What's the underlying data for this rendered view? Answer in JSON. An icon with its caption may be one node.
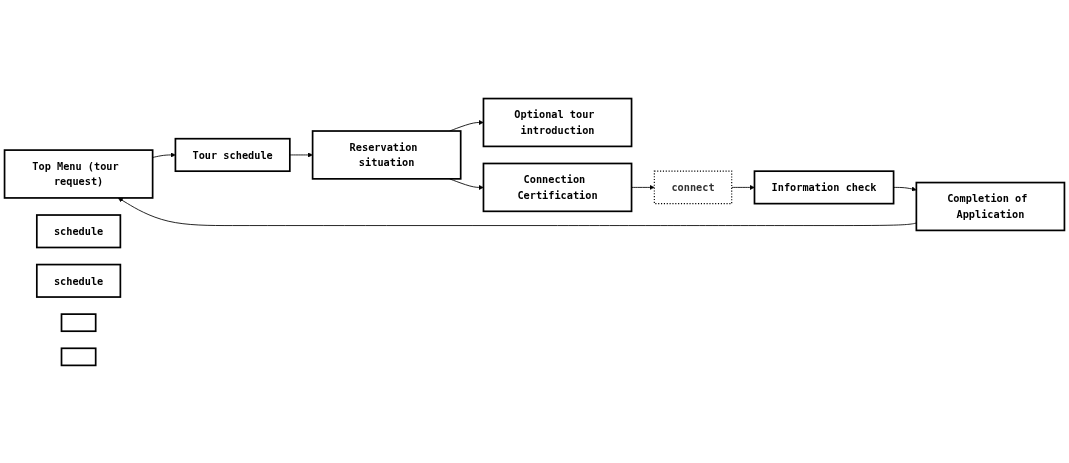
{
  "diagram": {
    "nodes": [
      {
        "text": [
          "Top Menu (tour request)"
        ]
      },
      {
        "text": [
          "Tour schedule"
        ]
      },
      {
        "text": [
          "schedule"
        ]
      },
      {
        "text": [
          "schedule"
        ]
      },
      {
        "text": [],
        "shape": "box"
      },
      {
        "text": [],
        "shape": "box"
      },
      {
        "text": [
          "Reservation situation"
        ]
      },
      {
        "text": [
          "Optional tour introduction"
        ]
      },
      {
        "text": [
          "Completion of Application"
        ]
      },
      {
        "text": [
          "Information check"
        ]
      },
      {
        "text": [
          "connect"
        ]
      },
      {
        "text": [
          "Connection Certification"
        ]
      }
    ],
    "edges": [
      {
        "from": 0,
        "to": 1,
        "arrow": "to"
      },
      {
        "from": 1,
        "to": 6,
        "arrow": "to"
      },
      {
        "from": 6,
        "to": 7,
        "arrow": "to"
      },
      {
        "from": 6,
        "to": 11,
        "arrow": "to"
      },
      {
        "from": 11,
        "to": 10,
        "arrow": "to"
      },
      {
        "from": 10,
        "to": 9,
        "arrow": "to"
      },
      {
        "from": 9,
        "to": 8,
        "arrow": "to"
      },
      {
        "from": 8,
        "to": 0,
        "arrow": "to"
      }
    ]
  }
}
